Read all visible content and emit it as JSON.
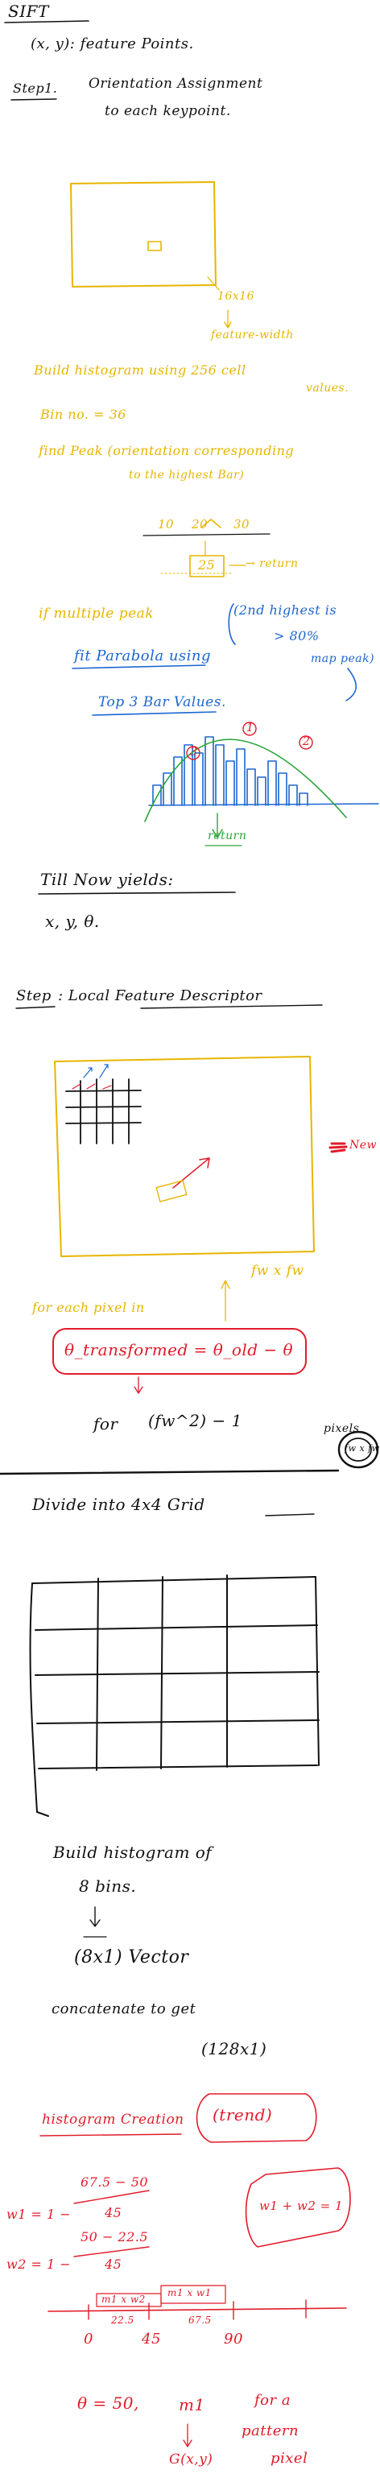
{
  "title": "SIFT",
  "points_line": "(x, y): feature Points.",
  "step1": {
    "label": "Step1.",
    "title_line1": "Orientation Assignment",
    "title_line2": "to each keypoint.",
    "window_label": "16x16",
    "window_sub": "feature-width",
    "build_line": "Build histogram using 256 cell",
    "build_line_end": "values.",
    "bin_no": "Bin no. = 36",
    "find_peak": "find Peak (orientation corresponding",
    "find_peak2": "to the highest Bar)",
    "ticks": [
      "10",
      "20",
      "30"
    ],
    "box_value": "25",
    "return_note": "→ return",
    "multi_peak": "if multiple peak",
    "second_highest": "(2nd highest is",
    "threshold": "> 80%",
    "map_peak": "map peak)",
    "fit_parabola": "fit Parabola using",
    "top3": "Top 3 Bar Values.",
    "peak_labels": [
      "1",
      "2",
      "3"
    ],
    "return_label": "return"
  },
  "till_now": {
    "label": "Till Now yields:",
    "values": "x, y, θ."
  },
  "step2": {
    "label": "Step",
    "title": ": Local Feature Descriptor",
    "new_note": "New",
    "patch_label": "fw x fw",
    "for_each": "for each pixel in",
    "formula": "θ_transformed = θ_old − θ",
    "for_line": "for",
    "for_expr": "(fw^2) − 1",
    "pixels": "pixels",
    "extra": "fw x fw"
  },
  "divide": {
    "label": "Divide into 4x4 Grid"
  },
  "grid": {
    "build_line": "Build histogram of",
    "bins": "8 bins.",
    "vector": "(8x1) Vector",
    "concat": "concatenate to get",
    "result": "(128x1)"
  },
  "smooth": {
    "title": "histogram Creation",
    "method": "(trend)",
    "w1": "w1 = 1 −",
    "w1_num": "67.5 − 50",
    "w1_den": "45",
    "w2": "w2 = 1 −",
    "w2_num": "50 − 22.5",
    "w2_den": "45",
    "sum_box": "w1 + w2 = 1",
    "cell_a": "m1 x w2",
    "cell_b": "m1 x w1",
    "axis_small_a": "22.5",
    "axis_small_b": "67.5",
    "axis": [
      "0",
      "45",
      "90"
    ],
    "theta_line": "θ = 50,",
    "m1": "m1",
    "for_a": "for a",
    "pattern": "pattern",
    "pixel": "pixel",
    "grad": "G(x,y)"
  },
  "colors": {
    "black": "#111111",
    "yellow": "#e7b500",
    "blue": "#1b66d1",
    "red": "#e11b2a",
    "green": "#2aa43a"
  }
}
